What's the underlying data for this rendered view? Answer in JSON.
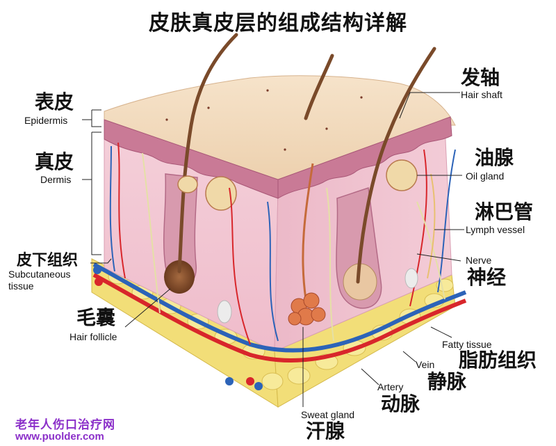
{
  "title": "皮肤真皮层的组成结构详解",
  "labels": {
    "epidermis": {
      "zh": "表皮",
      "en": "Epidermis"
    },
    "dermis": {
      "zh": "真皮",
      "en": "Dermis"
    },
    "subcutaneous": {
      "zh": "皮下组织",
      "en1": "Subcutaneous",
      "en2": "tissue"
    },
    "hair_follicle": {
      "zh": "毛囊",
      "en": "Hair follicle"
    },
    "hair_shaft": {
      "zh": "发轴",
      "en": "Hair shaft"
    },
    "oil_gland": {
      "zh": "油腺",
      "en": "Oil gland"
    },
    "lymph_vessel": {
      "zh": "淋巴管",
      "en": "Lymph vessel"
    },
    "nerve": {
      "zh": "神经",
      "en": "Nerve"
    },
    "fatty_tissue": {
      "zh": "脂肪组织",
      "en": "Fatty tissue"
    },
    "vein": {
      "zh": "静脉",
      "en": "Vein"
    },
    "artery": {
      "zh": "动脉",
      "en": "Artery"
    },
    "sweat_gland": {
      "zh": "汗腺",
      "en": "Sweat gland"
    }
  },
  "watermark": {
    "line1": "老年人伤口治疗网",
    "line2": "www.puolder.com"
  },
  "colors": {
    "skin_top": "#f3dcc0",
    "epidermis_layer": "#c97a96",
    "dermis": "#f2cad6",
    "dermis_side": "#e7b1c2",
    "fat": "#f3e07a",
    "artery": "#d8262b",
    "vein": "#2c63b8",
    "hair": "#7a4a2a",
    "watermark": "#8b2fc9"
  }
}
